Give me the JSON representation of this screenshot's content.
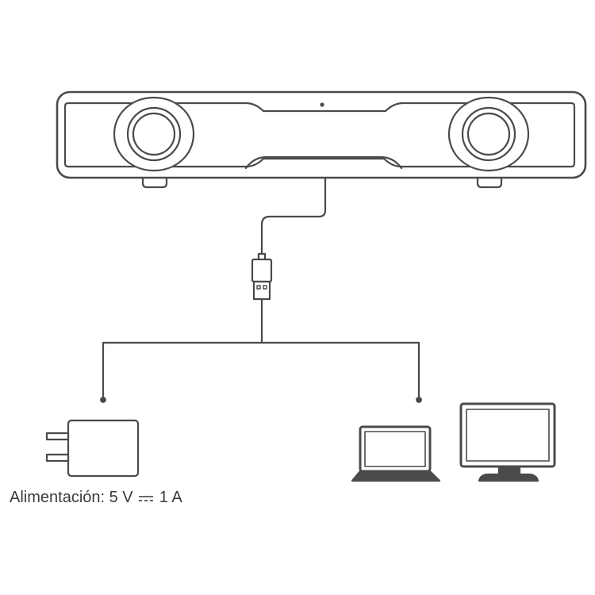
{
  "diagram": {
    "nodes": [
      {
        "id": "soundbar",
        "icon": "soundbar-icon"
      },
      {
        "id": "usb-plug",
        "icon": "usb-plug-icon"
      },
      {
        "id": "power-adapter",
        "icon": "power-adapter-icon"
      },
      {
        "id": "laptop",
        "icon": "laptop-icon"
      },
      {
        "id": "monitor",
        "icon": "monitor-icon"
      }
    ],
    "edges": [
      {
        "from": "soundbar",
        "to": "usb-plug"
      },
      {
        "from": "usb-plug",
        "to": "power-adapter"
      },
      {
        "from": "usb-plug",
        "to": "laptop"
      }
    ],
    "colors": {
      "stroke": "#4a4a4a",
      "fill": "#ffffff"
    }
  },
  "power_label": {
    "prefix": "Alimentación: 5 V",
    "suffix": "1 A"
  }
}
